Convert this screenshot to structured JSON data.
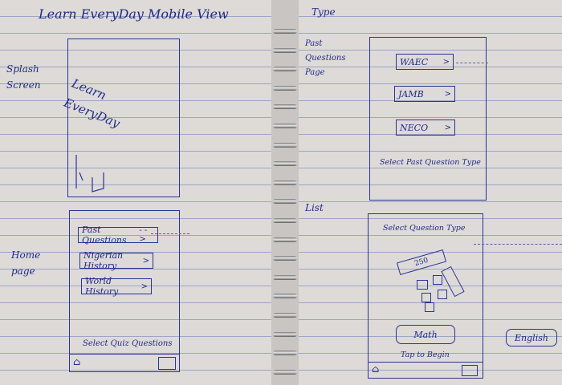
{
  "page_title": "Learn EveryDay Mobile View",
  "labels": {
    "splash_screen": "Splash Screen",
    "home_page": "Home page",
    "type": "Type",
    "past_questions_page": "Past Questions Page",
    "list": "List"
  },
  "splash": {
    "logo_text": "Learn EveryDay"
  },
  "home": {
    "buttons": [
      "Past Questions",
      "Nigerian History",
      "World History"
    ],
    "footer_text": "Select Quiz Questions"
  },
  "past_questions": {
    "buttons": [
      "WAEC",
      "JAMB",
      "NECO"
    ],
    "footer_text": "Select Past Question Type"
  },
  "list_screen": {
    "header_text": "Select Question Type",
    "tile_label": "250",
    "main_button": "Math",
    "side_button": "English",
    "footer_text": "Tap to Begin"
  },
  "ink_color": "#1f2a8a",
  "rule_color": "#9aa6c4"
}
